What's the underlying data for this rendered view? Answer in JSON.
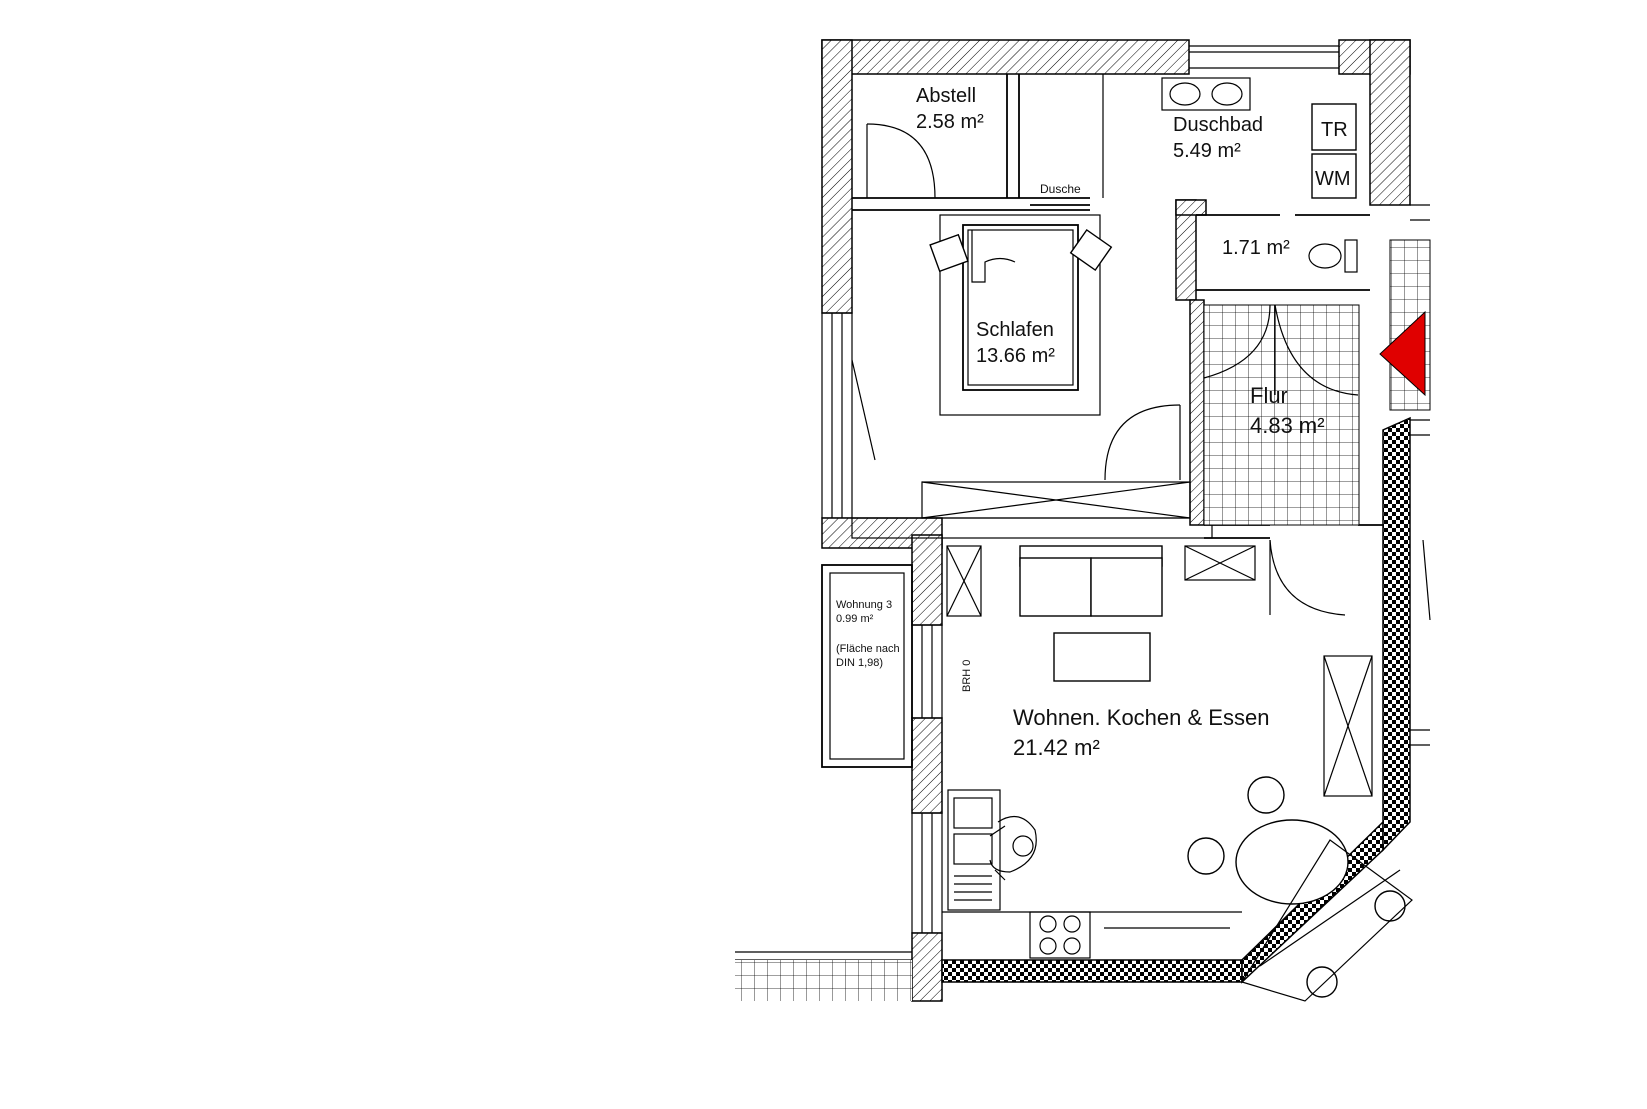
{
  "rooms": {
    "abstell": {
      "name": "Abstell",
      "area": "2.58 m²"
    },
    "duschbad": {
      "name": "Duschbad",
      "area": "5.49 m²"
    },
    "wc": {
      "area": "1.71 m²"
    },
    "schlafen": {
      "name": "Schlafen",
      "area": "13.66 m²"
    },
    "flur": {
      "name": "Flur",
      "area": "4.83 m²"
    },
    "wohnen": {
      "name": "Wohnen. Kochen & Essen",
      "area": "21.42 m²"
    },
    "balkon": {
      "line1": "Wohnung 3",
      "line2": "0.99 m²",
      "line3": "(Fläche nach",
      "line4": "DIN 1,98)"
    }
  },
  "fixtures": {
    "dusche": "Dusche",
    "tr": "TR",
    "wm": "WM",
    "brh": "BRH 0"
  },
  "colors": {
    "line": "#000000",
    "entrance_marker": "#e00000",
    "background": "#ffffff"
  },
  "icons": {
    "entrance": "entrance-arrow-icon"
  }
}
